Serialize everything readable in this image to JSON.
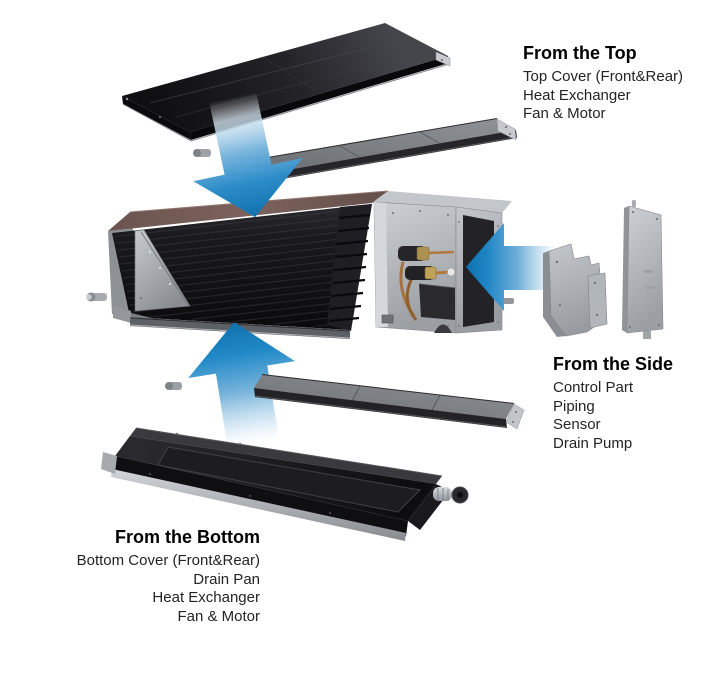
{
  "colors": {
    "arrow_blue": "#1e85c5",
    "unit_top_brown": "#6e5752",
    "panel_dark": "#17171a",
    "metal_gray": "#b6babe",
    "text": "#1f1f1f"
  },
  "icons": {
    "from_top_arrow": "thick-down-arrow",
    "from_side_arrow": "thick-left-arrow",
    "from_bottom_arrow": "thick-up-arrow"
  },
  "annotations": {
    "top": {
      "heading": "From the Top",
      "items": [
        "Top Cover (Front&Rear)",
        "Heat Exchanger",
        "Fan & Motor"
      ]
    },
    "side": {
      "heading": "From the Side",
      "items": [
        "Control Part",
        "Piping",
        "Sensor",
        "Drain Pump"
      ]
    },
    "bottom": {
      "heading": "From the Bottom",
      "items": [
        "Bottom Cover (Front&Rear)",
        "Drain Pan",
        "Heat Exchanger",
        "Fan & Motor"
      ]
    }
  }
}
